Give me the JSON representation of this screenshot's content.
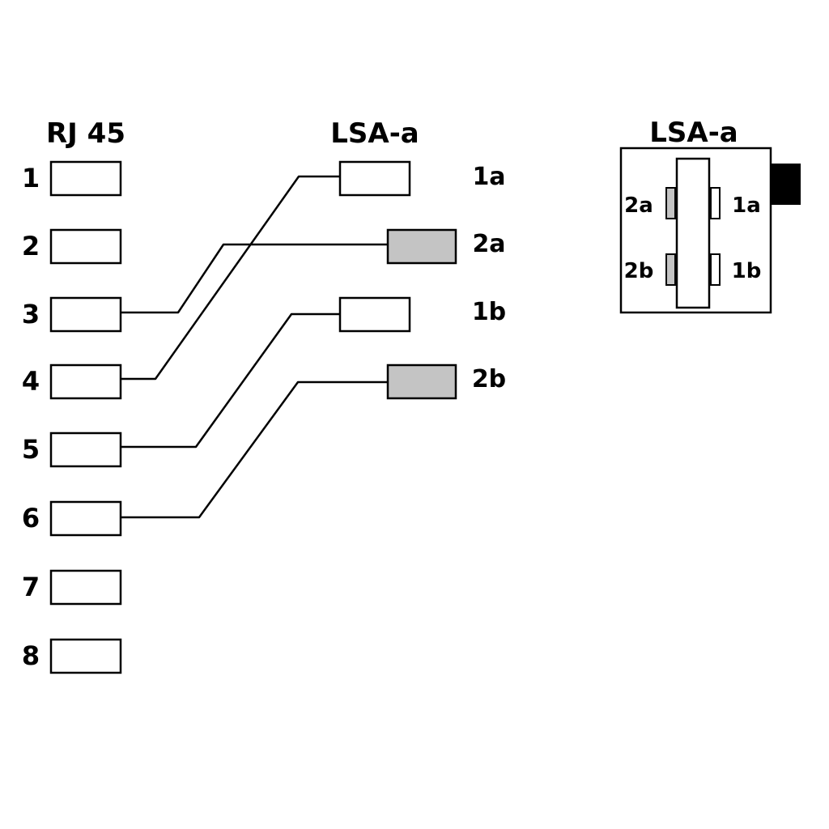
{
  "rj45": {
    "title": "RJ 45",
    "pins": [
      "1",
      "2",
      "3",
      "4",
      "5",
      "6",
      "7",
      "8"
    ]
  },
  "lsa": {
    "title": "LSA-a",
    "terminals": [
      {
        "label": "1a",
        "shaded": false
      },
      {
        "label": "2a",
        "shaded": true
      },
      {
        "label": "1b",
        "shaded": false
      },
      {
        "label": "2b",
        "shaded": true
      }
    ]
  },
  "wiring": [
    {
      "from": "4",
      "to": "1a"
    },
    {
      "from": "3",
      "to": "2a"
    },
    {
      "from": "5",
      "to": "1b"
    },
    {
      "from": "6",
      "to": "2b"
    }
  ],
  "module": {
    "title": "LSA-a",
    "left_labels": [
      "2a",
      "2b"
    ],
    "right_labels": [
      "1a",
      "1b"
    ]
  },
  "colors": {
    "line": "#000000",
    "shaded_fill": "#c4c4c4",
    "plain_fill": "#ffffff",
    "tab_fill": "#000000"
  }
}
